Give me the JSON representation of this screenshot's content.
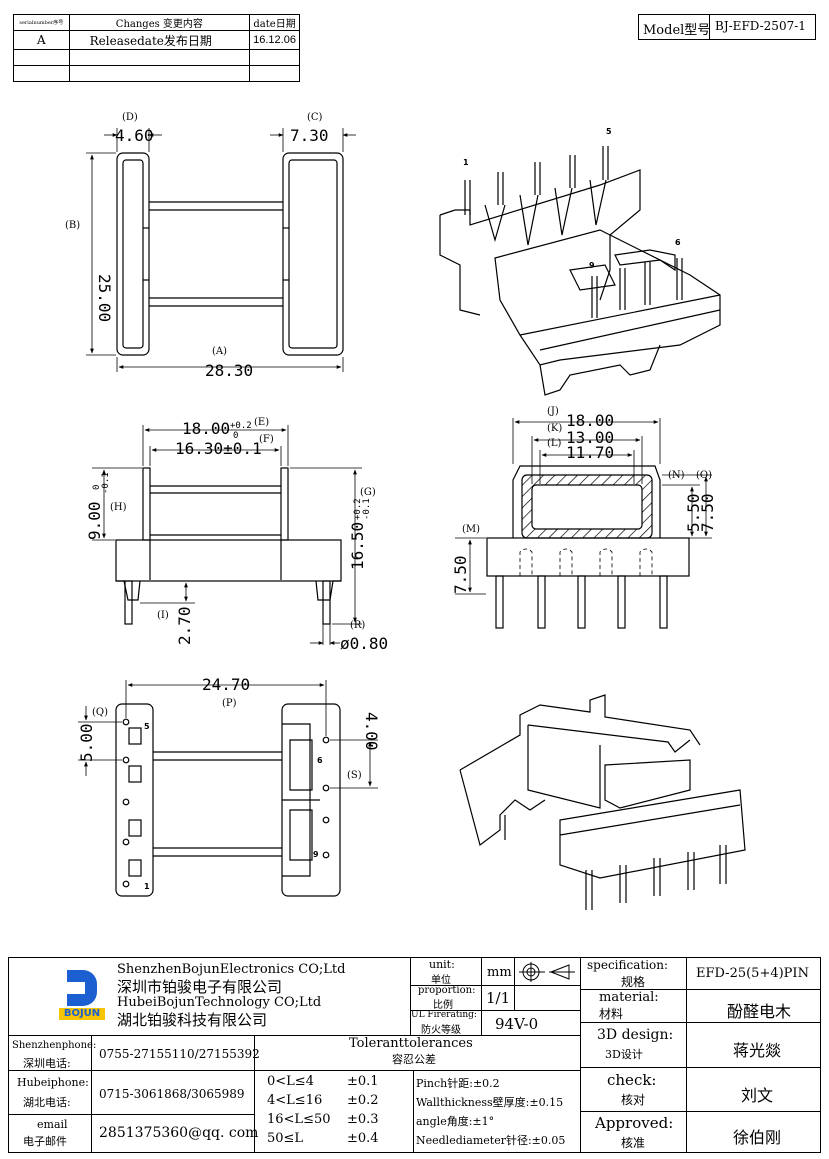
{
  "revision": {
    "headers": {
      "serial": "serialnumber序号",
      "changes": "Changes 变更内容",
      "date": "date日期"
    },
    "rows": [
      {
        "serial": "A",
        "changes": "Releasedate发布日期",
        "date": "16.12.06"
      }
    ]
  },
  "model": {
    "label": "Model型号",
    "value": "BJ-EFD-2507-1"
  },
  "top_view": {
    "D_tag": "(D)",
    "D_val": "4.60",
    "C_tag": "(C)",
    "C_val": "7.30",
    "B_tag": "(B)",
    "B_val": "25.00",
    "A_tag": "(A)",
    "A_val": "28.30"
  },
  "iso_pins": {
    "p1": "1",
    "p5": "5",
    "p6": "6",
    "p9": "9"
  },
  "front_view": {
    "E_tag": "(E)",
    "E_val": "18.00",
    "E_tol_plus": "+0.2",
    "E_tol_minus": "0",
    "F_tag": "(F)",
    "F_val": "16.30±0.1",
    "H_tag": "(H)",
    "H_val": "9.00",
    "H_tol_plus": "0",
    "H_tol_minus": "-0.1",
    "G_tag": "(G)",
    "G_val": "16.50",
    "G_tol_plus": "+0.2",
    "G_tol_minus": "-0.1",
    "I_tag": "(I)",
    "I_val": "2.70",
    "R_tag": "(R)",
    "R_val": "ø0.80"
  },
  "section_view": {
    "J_tag": "(J)",
    "J_val": "18.00",
    "K_tag": "(K)",
    "K_val": "13.00",
    "L_tag": "(L)",
    "L_val": "11.70",
    "N_tag": "(N)",
    "O_tag": "(O)",
    "N_val": "5.50",
    "O_val": "7.50",
    "M_tag": "(M)",
    "M_val": "7.50"
  },
  "bottom_view": {
    "P_tag": "(P)",
    "P_val": "24.70",
    "Q_tag": "(Q)",
    "Q_val": "5.00",
    "S_tag": "(S)",
    "S_val": "4.00",
    "pin5": "5",
    "pin1": "1",
    "pin6": "6",
    "pin9": "9"
  },
  "title_block": {
    "company_en1": "ShenzhenBojunElectronics CO;Ltd",
    "company_cn1": "深圳市铂骏电子有限公司",
    "company_en2": "HubeiBojunTechnology CO;Ltd",
    "company_cn2": "湖北铂骏科技有限公司",
    "logo_text": "BOJUN",
    "unit_label": "unit:",
    "unit_label_cn": "单位",
    "unit_value": "mm",
    "proportion_label": "proportion:",
    "proportion_label_cn": "比例",
    "proportion_value": "1/1",
    "ul_label": "UL Firerating:",
    "ul_label_cn": "防火等级",
    "ul_value": "94V-0",
    "spec_label": "specification:",
    "spec_label_cn": "规格",
    "spec_value": "EFD-25(5+4)PIN",
    "material_label": "material:",
    "material_label_cn": "材料",
    "material_value": "酚醛电木",
    "design_label": "3D design:",
    "design_label_cn": "3D设计",
    "design_value": "蒋光燚",
    "check_label": "check:",
    "check_label_cn": "核对",
    "check_value": "刘文",
    "approved_label": "Approved:",
    "approved_label_cn": "核准",
    "approved_value": "徐伯刚",
    "sz_phone_label": "Shenzhenphone:",
    "sz_phone_label_cn": "深圳电话:",
    "sz_phone_value": "0755-27155110/27155392",
    "hb_phone_label": "Hubeiphone:",
    "hb_phone_label_cn": "湖北电话:",
    "hb_phone_value": "0715-3061868/3065989",
    "email_label": "email",
    "email_label_cn": "电子邮件",
    "email_value": "2851375360@qq. com",
    "tol_title": "Toleranttolerances",
    "tol_title_cn": "容忍公差",
    "tol_ranges": [
      "0<L≤4",
      "4<L≤16",
      "16<L≤50",
      "50≤L"
    ],
    "tol_values": [
      "±0.1",
      "±0.2",
      "±0.3",
      "±0.4"
    ],
    "tol_notes": [
      "Pinch针距:±0.2",
      "Wallthickness壁厚度:±0.15",
      "angle角度:±1°",
      "Needlediameter针径:±0.05"
    ]
  }
}
